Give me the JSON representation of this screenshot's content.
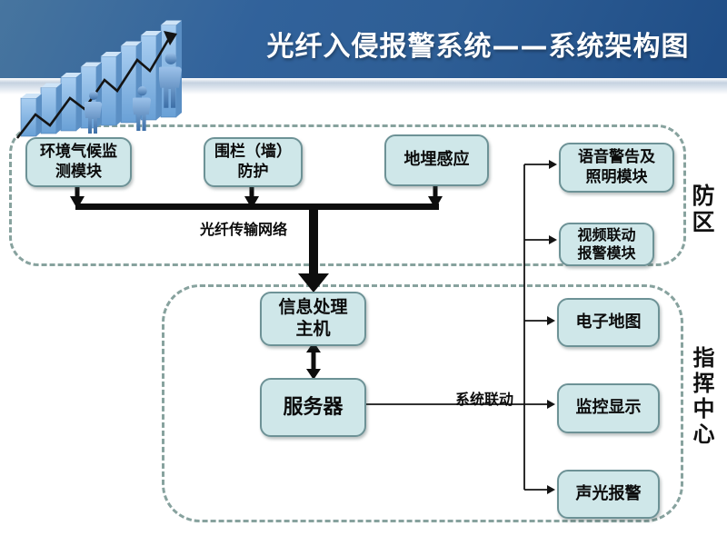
{
  "header": {
    "title": "光纤入侵报警系统——系统架构图"
  },
  "zones": {
    "defense": {
      "label": "防区"
    },
    "command": {
      "label": "指挥中心"
    }
  },
  "nodes": {
    "env": {
      "lines": [
        "环境气候监",
        "测模块"
      ]
    },
    "fence": {
      "lines": [
        "围栏（墙）",
        "防护"
      ]
    },
    "buried": {
      "label": "地埋感应"
    },
    "voice": {
      "lines": [
        "语音警告及",
        "照明模块"
      ]
    },
    "video": {
      "lines": [
        "视频联动",
        "报警模块"
      ]
    },
    "host": {
      "lines": [
        "信息处理",
        "主机"
      ]
    },
    "server": {
      "label": "服务器"
    },
    "emap": {
      "label": "电子地图"
    },
    "monitor": {
      "label": "监控显示"
    },
    "alarm": {
      "label": "声光报警"
    }
  },
  "edges": {
    "fiber_network": "光纤传输网络",
    "system_linkage": "系统联动"
  },
  "icons": {
    "clipart": "rising-3d-bar-chart-with-figures"
  },
  "colors": {
    "header_blue": "#2e5e95",
    "node_fill": "#cfe7e9",
    "node_border": "#6d9296",
    "zone_dash": "#87a29e",
    "connector": "#111111",
    "clipart_blue": "#6fa3d8"
  }
}
